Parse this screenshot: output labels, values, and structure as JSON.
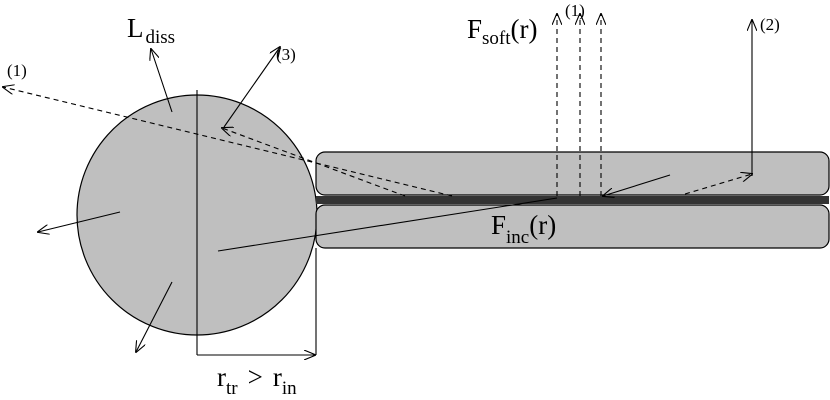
{
  "labels": {
    "l_diss_main": "L",
    "l_diss_sub": "diss",
    "f_soft_main": "F",
    "f_soft_sub": "soft",
    "f_soft_arg": "(r)",
    "f_inc_main": "F",
    "f_inc_sub": "inc",
    "f_inc_arg": "(r)",
    "r_tr_main": "r",
    "r_tr_sub": "tr",
    "relation": ">",
    "r_in_main": "r",
    "r_in_sub": "in",
    "path_1_left": "(1)",
    "path_1_top": "(1)",
    "path_2": "(2)",
    "path_3": "(3)"
  },
  "colors": {
    "fill": "#bfbfbf",
    "disk_midplane": "#333333",
    "line": "#000000"
  }
}
